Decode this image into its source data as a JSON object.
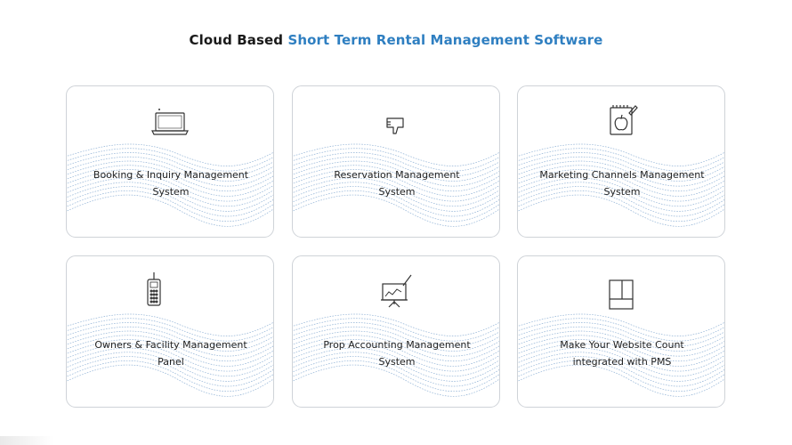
{
  "heading": {
    "prefix": "Cloud Based",
    "highlight": "Short Term Rental Management Software"
  },
  "colors": {
    "accent": "#2f7fc1",
    "wave": "#7fa6cf",
    "card_border": "#cfd3d8"
  },
  "cards": [
    {
      "icon": "laptop-icon",
      "line1": "Booking & Inquiry Management",
      "line2": "System"
    },
    {
      "icon": "thumbs-down-icon",
      "line1": "Reservation Management",
      "line2": "System"
    },
    {
      "icon": "notepad-apple-icon",
      "line1": "Marketing Channels Management",
      "line2": "System"
    },
    {
      "icon": "keypad-device-icon",
      "line1": "Owners & Facility Management",
      "line2": "Panel"
    },
    {
      "icon": "presentation-board-icon",
      "line1": "Prop Accounting Management",
      "line2": "System"
    },
    {
      "icon": "website-layout-icon",
      "line1": "Make Your Website Count",
      "line2": "integrated with PMS"
    }
  ]
}
